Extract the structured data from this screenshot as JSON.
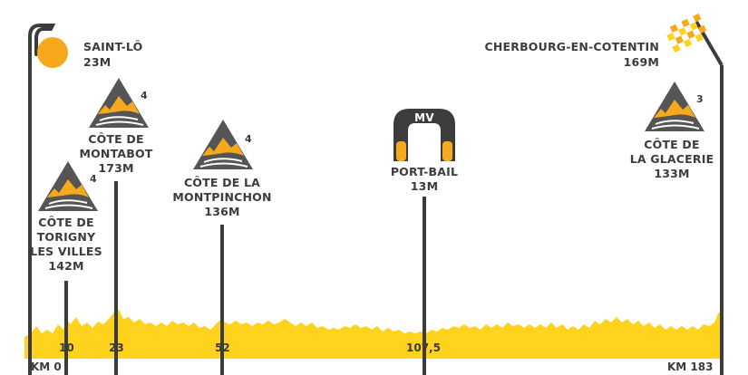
{
  "start": {
    "name": "SAINT-LÔ",
    "altitude": "23M",
    "km_label": "KM 0"
  },
  "finish": {
    "name": "CHERBOURG-EN-COTENTIN",
    "altitude": "169M",
    "km_label": "KM 183"
  },
  "climbs": [
    {
      "name_lines": [
        "CÔTE DE",
        "TORIGNY",
        "LES VILLES"
      ],
      "altitude": "142M",
      "category": "4",
      "km": "10"
    },
    {
      "name_lines": [
        "CÔTE DE",
        "MONTABOT"
      ],
      "altitude": "173M",
      "category": "4",
      "km": "23"
    },
    {
      "name_lines": [
        "CÔTE DE LA",
        "MONTPINCHON"
      ],
      "altitude": "136M",
      "category": "4",
      "km": "52"
    },
    {
      "name_lines": [
        "CÔTE DE",
        "LA GLACERIE"
      ],
      "altitude": "133M",
      "category": "3",
      "km": ""
    }
  ],
  "sprint": {
    "badge": "MV",
    "name": "PORT-BAIL",
    "altitude": "13M",
    "km": "107,5"
  },
  "colors": {
    "profile": "#ffd21e",
    "mountain_dark": "#555555",
    "mountain_peak": "#f7a91e",
    "poles": "#3c3c3c",
    "logo_sun": "#f7a91e"
  }
}
